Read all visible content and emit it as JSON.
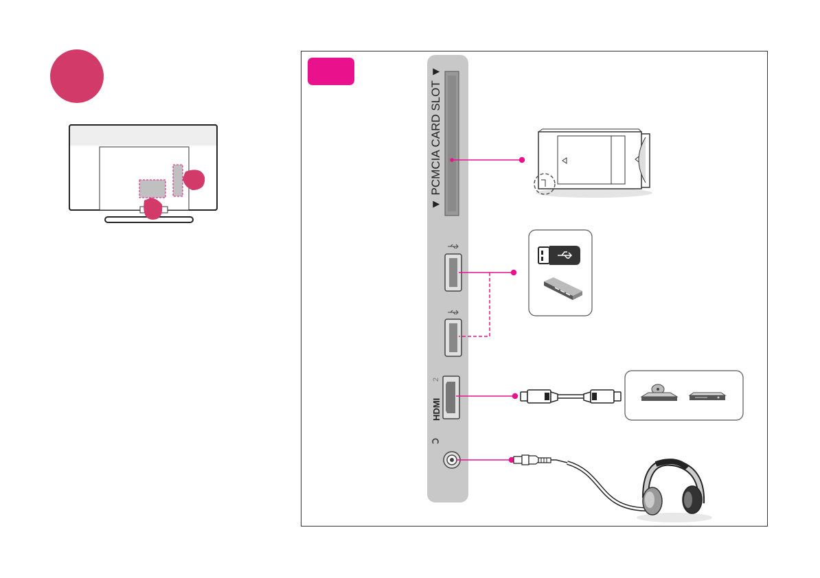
{
  "ports": {
    "pcmcia_label": "▼ PCMCIA CARD SLOT ▼",
    "hdmi_label": "HDMI",
    "hdmi_number": "2"
  },
  "colors": {
    "accent_pink": "#ea118d",
    "step_circle": "#d23a6a",
    "panel_grey": "#c8c8c8"
  },
  "icons": [
    "usb-symbol-icon",
    "headphone-jack-icon",
    "usb-flash-drive-icon",
    "usb-hub-icon",
    "hdmi-cable-icon",
    "dvd-player-icon",
    "set-top-box-icon",
    "headphones-icon",
    "ci-module-icon"
  ]
}
